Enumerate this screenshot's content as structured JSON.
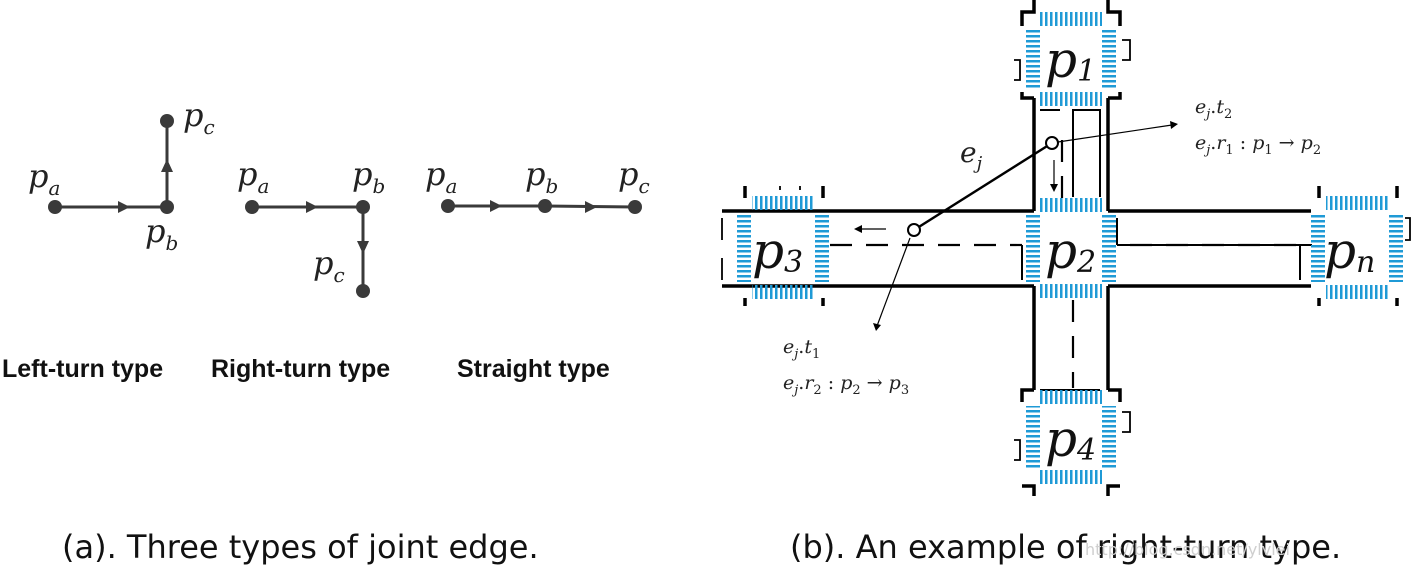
{
  "panel_a": {
    "left_turn": {
      "pa": "p",
      "pa_sub": "a",
      "pb": "p",
      "pb_sub": "b",
      "pc": "p",
      "pc_sub": "c",
      "type_label": "Left-turn type"
    },
    "right_turn": {
      "pa": "p",
      "pa_sub": "a",
      "pb": "p",
      "pb_sub": "b",
      "pc": "p",
      "pc_sub": "c",
      "type_label": "Right-turn type"
    },
    "straight": {
      "pa": "p",
      "pa_sub": "a",
      "pb": "p",
      "pb_sub": "b",
      "pc": "p",
      "pc_sub": "c",
      "type_label": "Straight type"
    },
    "caption": "(a). Three types of joint edge."
  },
  "panel_b": {
    "nodes": {
      "p1": {
        "base": "p",
        "sub": "1"
      },
      "p2": {
        "base": "p",
        "sub": "2"
      },
      "p3": {
        "base": "p",
        "sub": "3"
      },
      "p4": {
        "base": "p",
        "sub": "4"
      },
      "pn": {
        "base": "p",
        "sub": "n"
      }
    },
    "edge_label": {
      "base": "e",
      "sub": "j"
    },
    "annot_top": {
      "line1": "e_j.t_2",
      "line2": "e_j.r_1  :  p_1  →  p_2"
    },
    "annot_bottom": {
      "line1": "e_j.t_1",
      "line2": "e_j.r_2  :  p_2  →  p_3"
    },
    "caption": "(b). An example of right-turn type."
  },
  "watermark": "http://blog.csdn.net/ylvlei",
  "colors": {
    "node": "#3a3a3a",
    "hatch": "#1f9ad6",
    "road": "#000000"
  }
}
